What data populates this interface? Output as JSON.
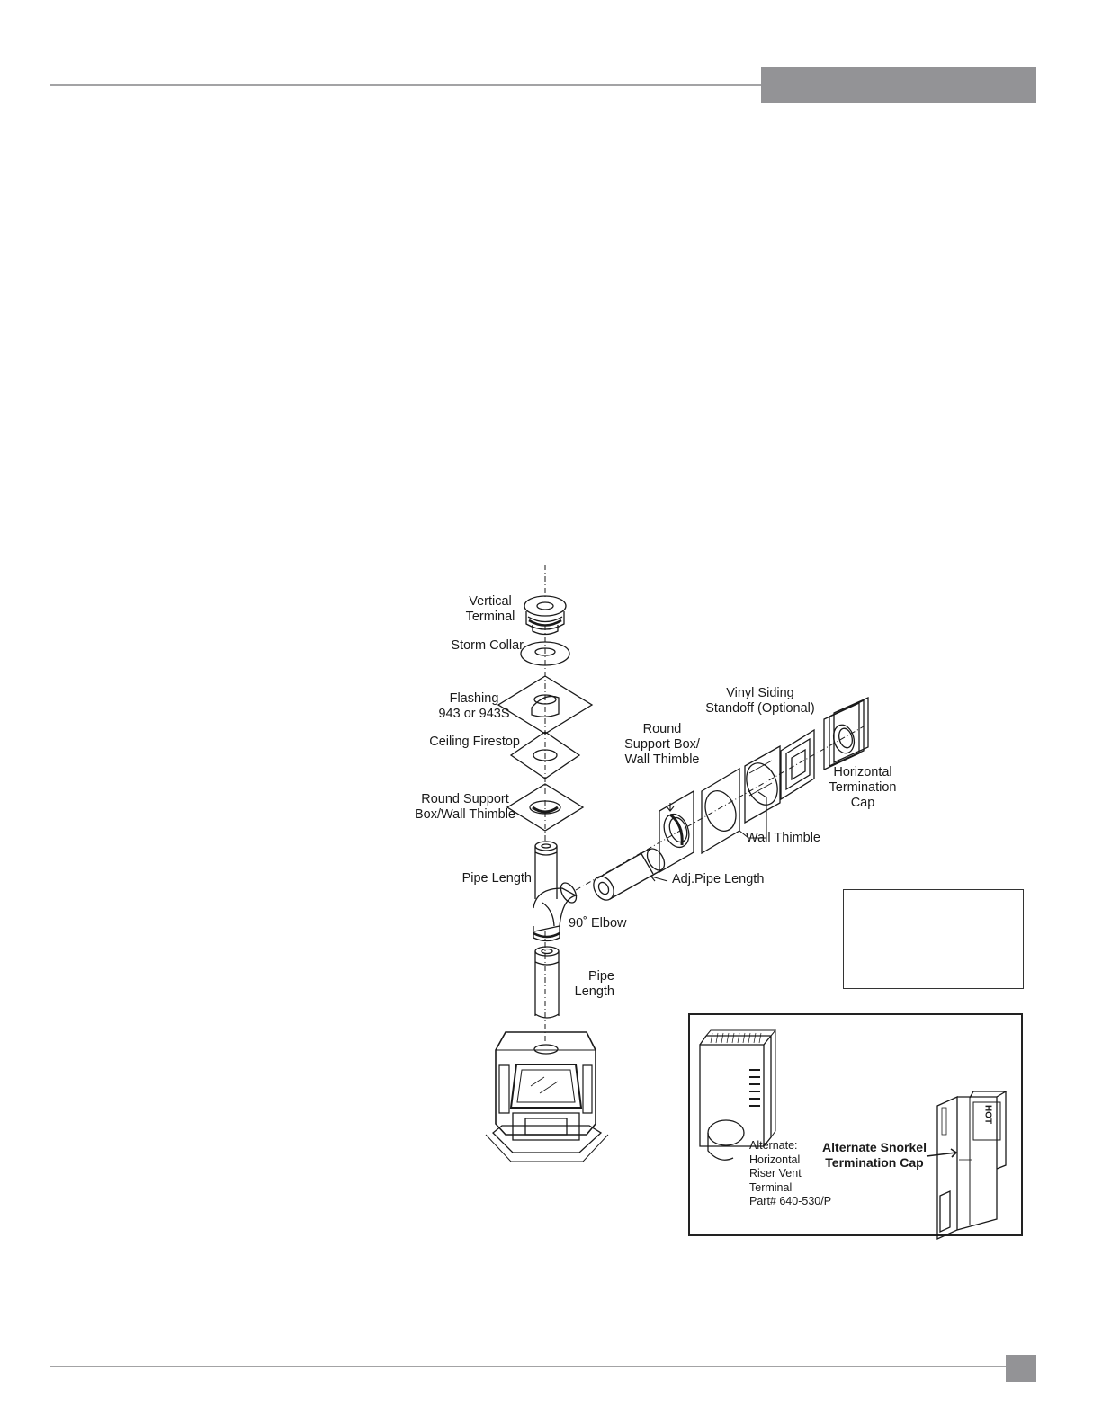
{
  "labels": {
    "vertical_terminal": "Vertical\nTerminal",
    "storm_collar": "Storm Collar",
    "flashing": "Flashing\n943 or 943S",
    "ceiling_firestop": "Ceiling Firestop",
    "round_support_box_left": "Round Support\nBox/Wall Thimble",
    "pipe_length_upper": "Pipe Length",
    "elbow": "90˚ Elbow",
    "pipe_length_lower": "Pipe\nLength",
    "adj_pipe_length": "Adj.Pipe Length",
    "round_support_box_right": "Round\nSupport Box/\nWall Thimble",
    "vinyl_siding_standoff": "Vinyl Siding\nStandoff (Optional)",
    "horizontal_termination_cap": "Horizontal\nTermination\nCap",
    "wall_thimble": "Wall Thimble"
  },
  "inset": {
    "riser_vent_label": "Alternate:\nHorizontal\nRiser Vent\nTerminal\nPart# 640-530/P",
    "snorkel_label": "Alternate Snorkel\nTermination Cap",
    "hot_text": "HOT"
  },
  "colors": {
    "header_gray": "#939396",
    "rule_gray": "#a3a3a5",
    "line": "#1a1a1a"
  }
}
